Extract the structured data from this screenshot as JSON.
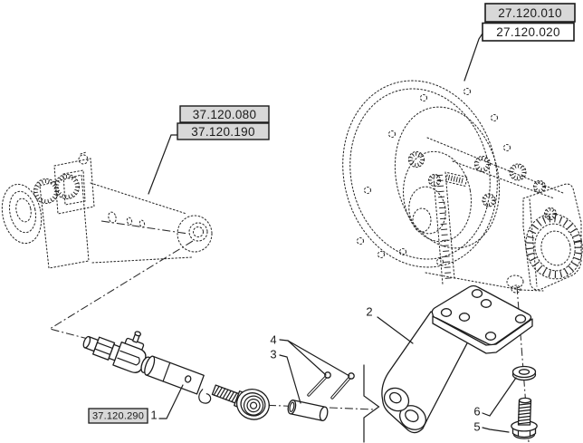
{
  "colors": {
    "background": "#ffffff",
    "line": "#1c1c1c",
    "shaded_box_fill": "#d8d8d8",
    "plain_box_fill": "#ffffff"
  },
  "reference_boxes": [
    {
      "label": "27.120.010",
      "shaded": true
    },
    {
      "label": "27.120.020",
      "shaded": false
    },
    {
      "label": "37.120.080",
      "shaded": true
    },
    {
      "label": "37.120.190",
      "shaded": true
    },
    {
      "label": "37.120.290",
      "shaded": true
    }
  ],
  "callouts": [
    {
      "number": "1"
    },
    {
      "number": "2"
    },
    {
      "number": "3"
    },
    {
      "number": "4"
    },
    {
      "number": "5"
    },
    {
      "number": "6"
    }
  ]
}
